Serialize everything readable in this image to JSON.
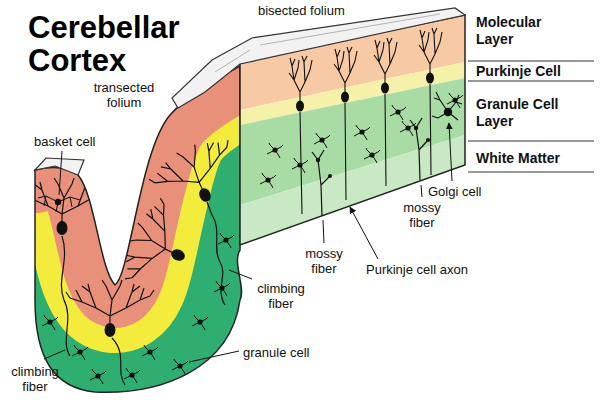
{
  "diagram": {
    "title": "Cerebellar Cortex",
    "labels": [
      "bisected folium",
      "Molecular Layer",
      "transected folium",
      "Purkinje Cell",
      "Granule Cell Layer",
      "basket cell",
      "White Matter",
      "Golgi cell",
      "mossy fiber",
      "mossy fiber",
      "Purkinje cell axon",
      "climbing fiber",
      "granule cell",
      "climbing fiber"
    ]
  }
}
